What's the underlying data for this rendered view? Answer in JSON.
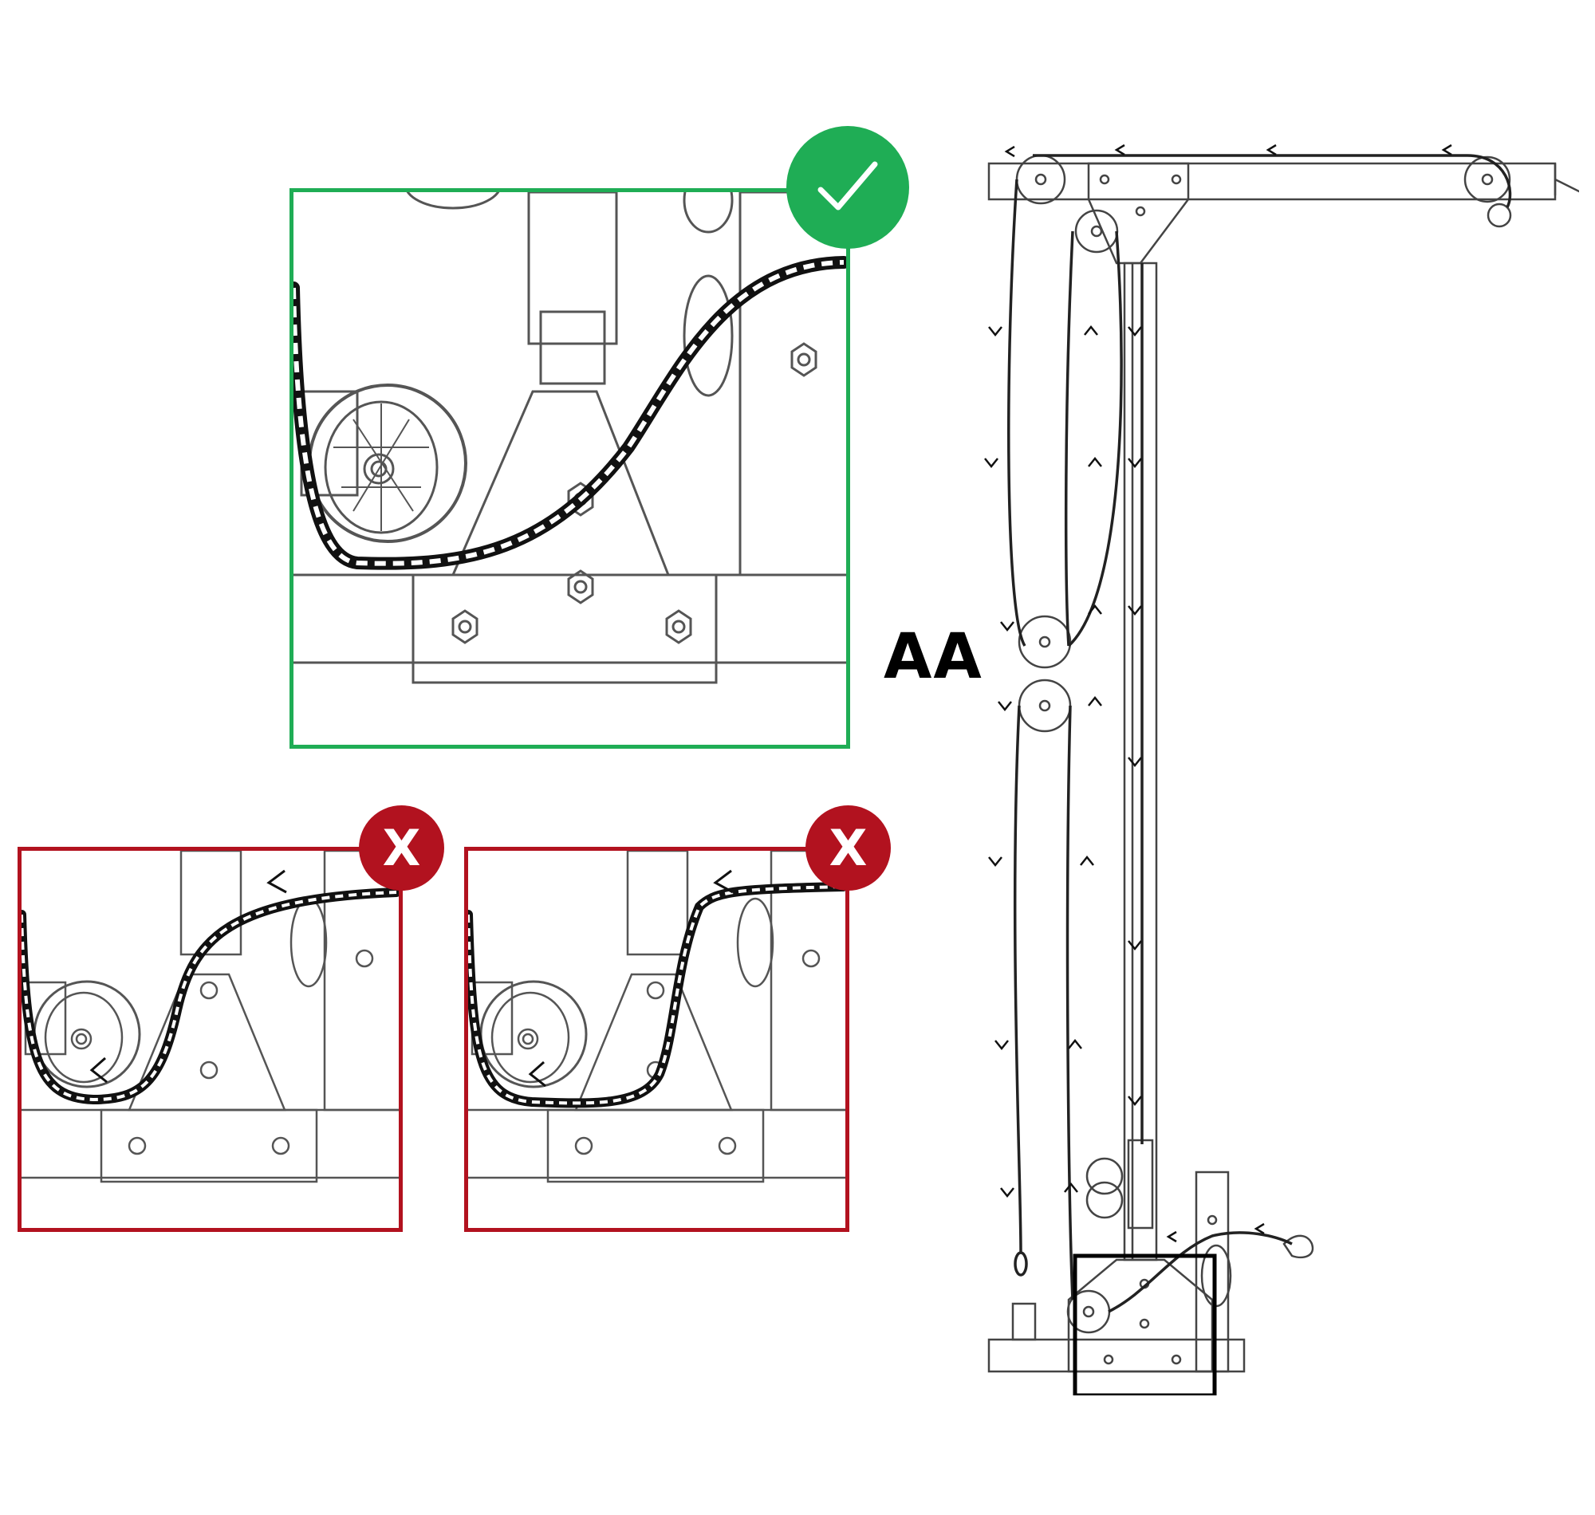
{
  "section_label": "AA",
  "colors": {
    "correct": "#1fad55",
    "incorrect": "#b2121f",
    "line": "#222222",
    "part_line": "#444444",
    "callout_box": "#000000"
  },
  "panels": {
    "correct": {
      "status_icon": "check-icon"
    },
    "incorrect_1": {
      "status_icon": "x-icon",
      "mark": "X"
    },
    "incorrect_2": {
      "status_icon": "x-icon",
      "mark": "X"
    }
  },
  "diagram": {
    "arrow_glyph_left": "<",
    "arrow_glyph_up": "^",
    "arrow_glyph_down": "v"
  }
}
